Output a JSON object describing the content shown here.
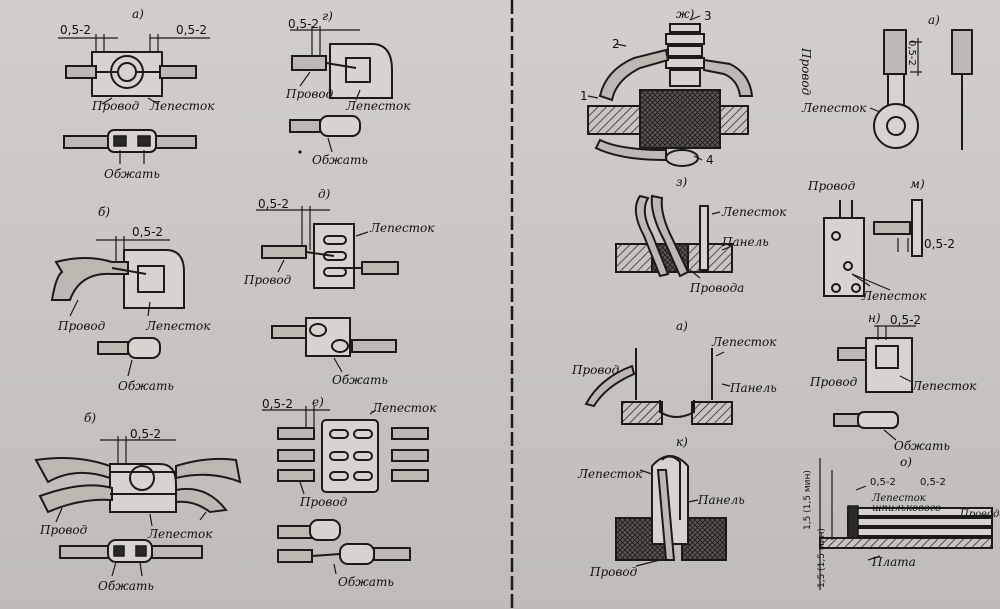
{
  "letters": [
    "а)",
    "г)",
    "б)",
    "д)",
    "б)",
    "е)",
    "ж)",
    "з)",
    "а)",
    "а)",
    "к)",
    "м)",
    "н)",
    "о)"
  ],
  "dimensions": {
    "d1": "0,5-2",
    "d2": "0,5-2",
    "d3": "0,5-2",
    "d4": "0,5-2",
    "d5": "0,5-2",
    "d6": "0,5-2",
    "d7": "0,5-2",
    "d8": "0,5-2",
    "d9": "0,5-2",
    "d10": "0,5-2",
    "d11": "0,5-2",
    "d12": "0,5-2",
    "d13": "1,5 (1,5 мин)",
    "d14": "1,5 (1,5 мин)"
  },
  "numbers": [
    "3",
    "2",
    "1",
    "4"
  ],
  "labels": {
    "wire": "Провод",
    "lug": "Лепесток",
    "crimp": "Обжать",
    "panel": "Панель",
    "wires": "Провода",
    "board": "Плата",
    "lug_slot": "Лепесток шпилькового"
  }
}
